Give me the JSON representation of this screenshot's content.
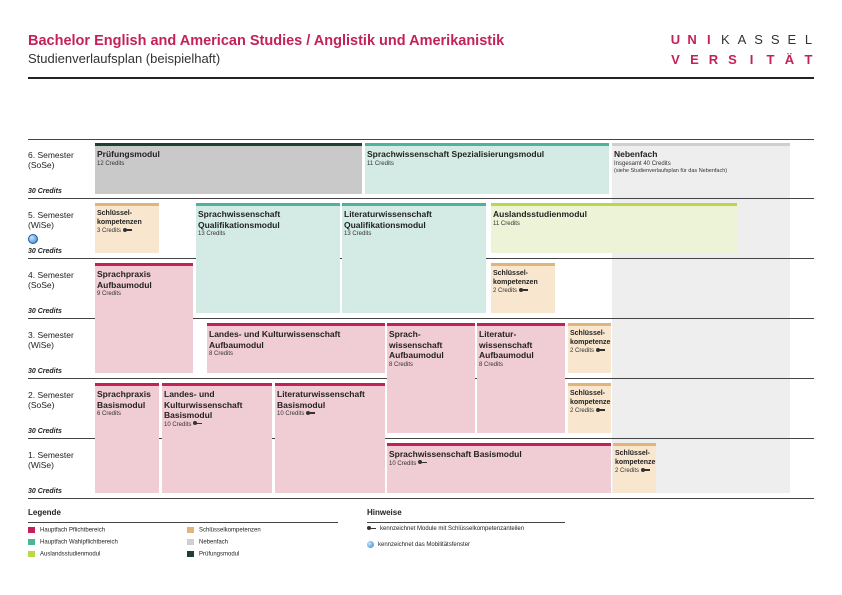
{
  "header": {
    "title": "Bachelor English and American Studies / Anglistik und Amerikanistik",
    "subtitle": "Studienverlaufsplan (beispielhaft)"
  },
  "logo": {
    "line1": [
      "U",
      "N",
      "I",
      "K",
      "A",
      "S",
      "S",
      "E",
      "L"
    ],
    "line2": [
      "V",
      "E",
      "R",
      "S",
      "I",
      "T",
      "Ä",
      "T"
    ]
  },
  "semesters": [
    {
      "name": "6. Semester",
      "term": "(SoSe)",
      "credits": "30 Credits"
    },
    {
      "name": "5. Semester",
      "term": "(WiSe)",
      "credits": "30 Credits"
    },
    {
      "name": "4. Semester",
      "term": "(SoSe)",
      "credits": "30 Credits"
    },
    {
      "name": "3. Semester",
      "term": "(WiSe)",
      "credits": "30 Credits"
    },
    {
      "name": "2. Semester",
      "term": "(SoSe)",
      "credits": "30 Credits"
    },
    {
      "name": "1. Semester",
      "term": "(WiSe)",
      "credits": "30 Credits"
    }
  ],
  "modules": {
    "pruefung": {
      "title": "Prüfungsmodul",
      "credits": "12 Credits"
    },
    "sw_spez": {
      "title": "Sprachwissenschaft Spezialisierungsmodul",
      "credits": "11 Credits"
    },
    "nebenfach": {
      "title": "Nebenfach",
      "credits": "Insgesamt 40 Credits",
      "note": "(siehe Studienverlaufsplan für das Nebenfach)"
    },
    "sk5": {
      "title": "Schlüssel-kompetenzen",
      "credits": "3 Credits"
    },
    "sw_quali": {
      "title": "Sprachwissenschaft Qualifikationsmodul",
      "credits": "13 Credits"
    },
    "lw_quali": {
      "title": "Literaturwissenschaft Qualifikationsmodul",
      "credits": "13 Credits"
    },
    "ausland": {
      "title": "Auslandsstudienmodul",
      "credits": "11 Credits"
    },
    "sp_aufbau": {
      "title": "Sprachpraxis Aufbaumodul",
      "credits": "9 Credits"
    },
    "sk4": {
      "title": "Schlüssel-kompetenzen",
      "credits": "2 Credits"
    },
    "lk_aufbau": {
      "title": "Landes- und Kulturwissenschaft Aufbaumodul",
      "credits": "8 Credits"
    },
    "sw_aufbau": {
      "title": "Sprach-wissenschaft Aufbaumodul",
      "credits": "8 Credits"
    },
    "lw_aufbau": {
      "title": "Literatur-wissenschaft Aufbaumodul",
      "credits": "8 Credits"
    },
    "sk3": {
      "title": "Schlüssel-kompetenzen",
      "credits": "2 Credits"
    },
    "sp_basis": {
      "title": "Sprachpraxis Basismodul",
      "credits": "6 Credits"
    },
    "lk_basis": {
      "title": "Landes- und Kulturwissenschaft Basismodul",
      "credits": "10 Credits"
    },
    "lw_basis": {
      "title": "Literaturwissenschaft Basismodul",
      "credits": "10 Credits"
    },
    "sk2": {
      "title": "Schlüssel-kompetenzen",
      "credits": "2 Credits"
    },
    "sw_basis": {
      "title": "Sprachwissenschaft Basismodul",
      "credits": "10 Credits"
    },
    "sk1": {
      "title": "Schlüssel-kompetenzen",
      "credits": "2 Credits"
    }
  },
  "legend": {
    "heading": "Legende",
    "items": [
      {
        "label": "Hauptfach Pflichtbereich",
        "color": "#c4215a"
      },
      {
        "label": "Hauptfach Wahlpflichtbereich",
        "color": "#4db39a"
      },
      {
        "label": "Auslandsstudienmodul",
        "color": "#bcd64a"
      },
      {
        "label": "Schlüsselkompetenzen",
        "color": "#e1b47c"
      },
      {
        "label": "Nebenfach",
        "color": "#cfcfcf"
      },
      {
        "label": "Prüfungsmodul",
        "color": "#1f3f2f"
      }
    ]
  },
  "hints": {
    "heading": "Hinweise",
    "key_text": "kennzeichnet Module mit Schlüsselkompetenzanteilen",
    "globe_text": "kennzeichnet das Mobilitätsfenster"
  }
}
